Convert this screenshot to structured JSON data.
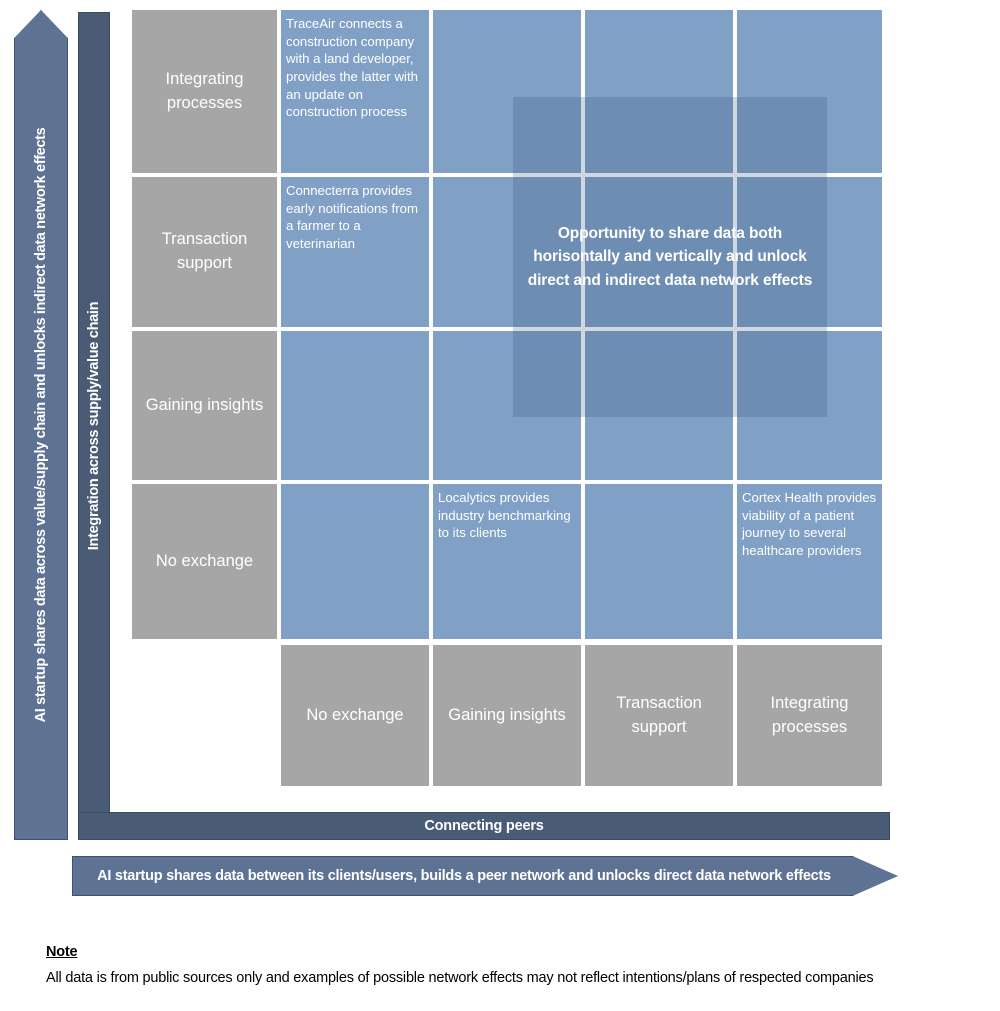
{
  "axes": {
    "vertical_outer_label": "AI startup shares data across  value/supply chain and unlocks indirect data network effects",
    "vertical_inner_label": "Integration across supply/value chain",
    "horizontal_inner_label": "Connecting peers",
    "horizontal_outer_label": "AI startup shares data between its clients/users, builds a peer network and unlocks direct data network effects"
  },
  "matrix": {
    "row_labels": [
      "Integrating processes",
      "Transaction support",
      "Gaining insights",
      "No exchange"
    ],
    "column_labels": [
      "No exchange",
      "Gaining insights",
      "Transaction support",
      "Integrating processes"
    ],
    "cells": [
      [
        "TraceAir connects a construction company with  a land developer, provides the latter with an update on construction process",
        "",
        "",
        ""
      ],
      [
        "Connecterra provides early notifications from a farmer to a veterinarian",
        "",
        "",
        ""
      ],
      [
        "",
        "",
        "",
        ""
      ],
      [
        "",
        "Localytics provides industry benchmarking to its clients",
        "",
        "Cortex Health provides viability of a patient journey to several healthcare providers"
      ]
    ]
  },
  "overlay": {
    "text": "Opportunity to share data both horisontally and vertically  and unlock direct and indirect data network effects"
  },
  "note": {
    "title": "Note",
    "body": "All data is from public sources only and examples of possible network effects may not reflect intentions/plans of respected companies"
  },
  "colors": {
    "gray_cell": "#A6A6A6",
    "blue_cell": "#81A0C6",
    "dark_bar": "#4A5B75",
    "arrow": "#5E7294",
    "overlay_tint": "#2E4A74",
    "text_on_fill": "#FFFFFF",
    "note_text": "#000000"
  }
}
